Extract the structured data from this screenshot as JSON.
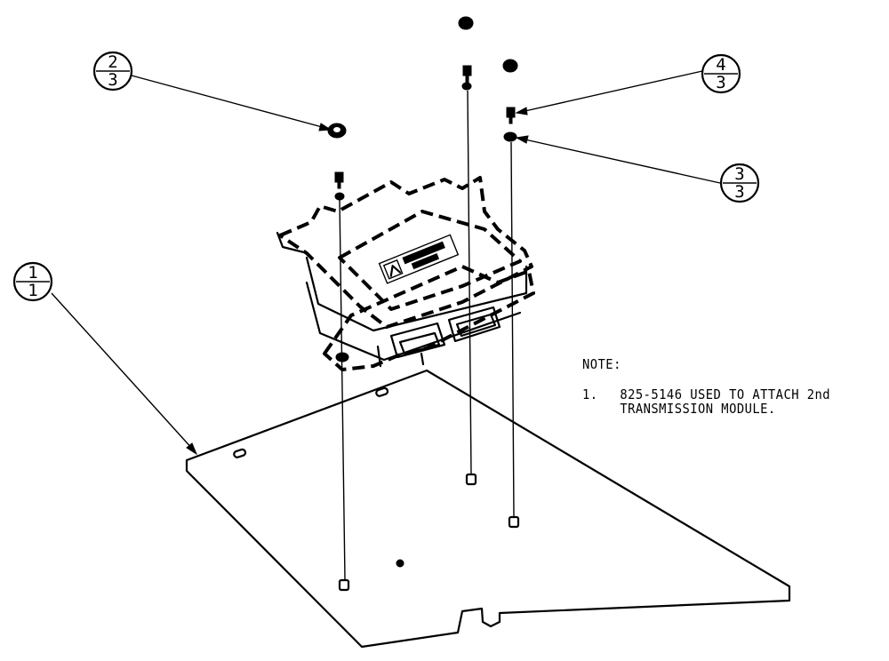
{
  "balloons": [
    {
      "id": "callout-1",
      "item": "1",
      "sheet": "1"
    },
    {
      "id": "callout-2",
      "item": "2",
      "sheet": "3"
    },
    {
      "id": "callout-3",
      "item": "3",
      "sheet": "3"
    },
    {
      "id": "callout-4",
      "item": "4",
      "sheet": "3"
    }
  ],
  "note": {
    "heading": "NOTE:",
    "items": [
      {
        "number": "1.",
        "text": "825-5146 USED TO ATTACH 2nd\nTRANSMISSION MODULE."
      }
    ]
  }
}
